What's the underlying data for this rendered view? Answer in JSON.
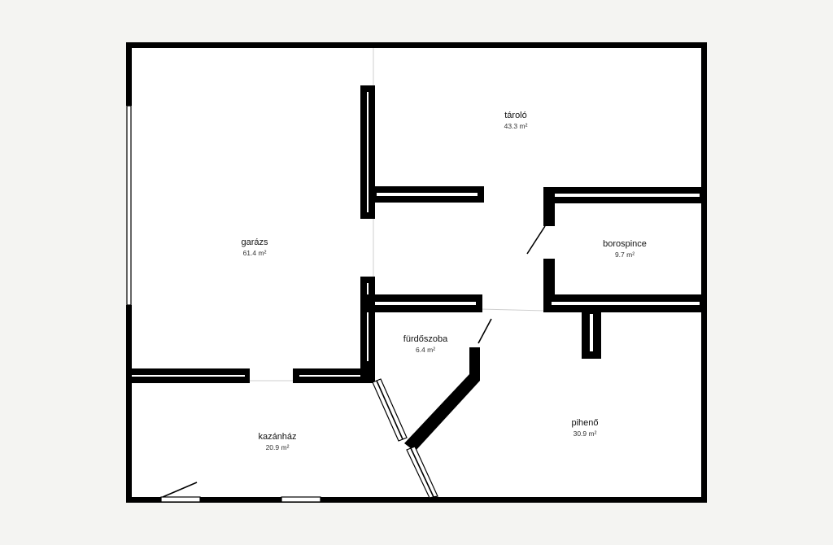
{
  "rooms": [
    {
      "id": "tarolo",
      "name": "tároló",
      "area": "43.3 m²"
    },
    {
      "id": "garazs",
      "name": "garázs",
      "area": "61.4 m²"
    },
    {
      "id": "borospince",
      "name": "borospince",
      "area": "9.7 m²"
    },
    {
      "id": "furdoszoba",
      "name": "fürdőszoba",
      "area": "6.4 m²"
    },
    {
      "id": "kazanhaz",
      "name": "kazánház",
      "area": "20.9 m²"
    },
    {
      "id": "piheno",
      "name": "pihenő",
      "area": "30.9 m²"
    }
  ],
  "colors": {
    "wall": "#000000",
    "background": "#f4f4f2",
    "floor": "#ffffff"
  }
}
